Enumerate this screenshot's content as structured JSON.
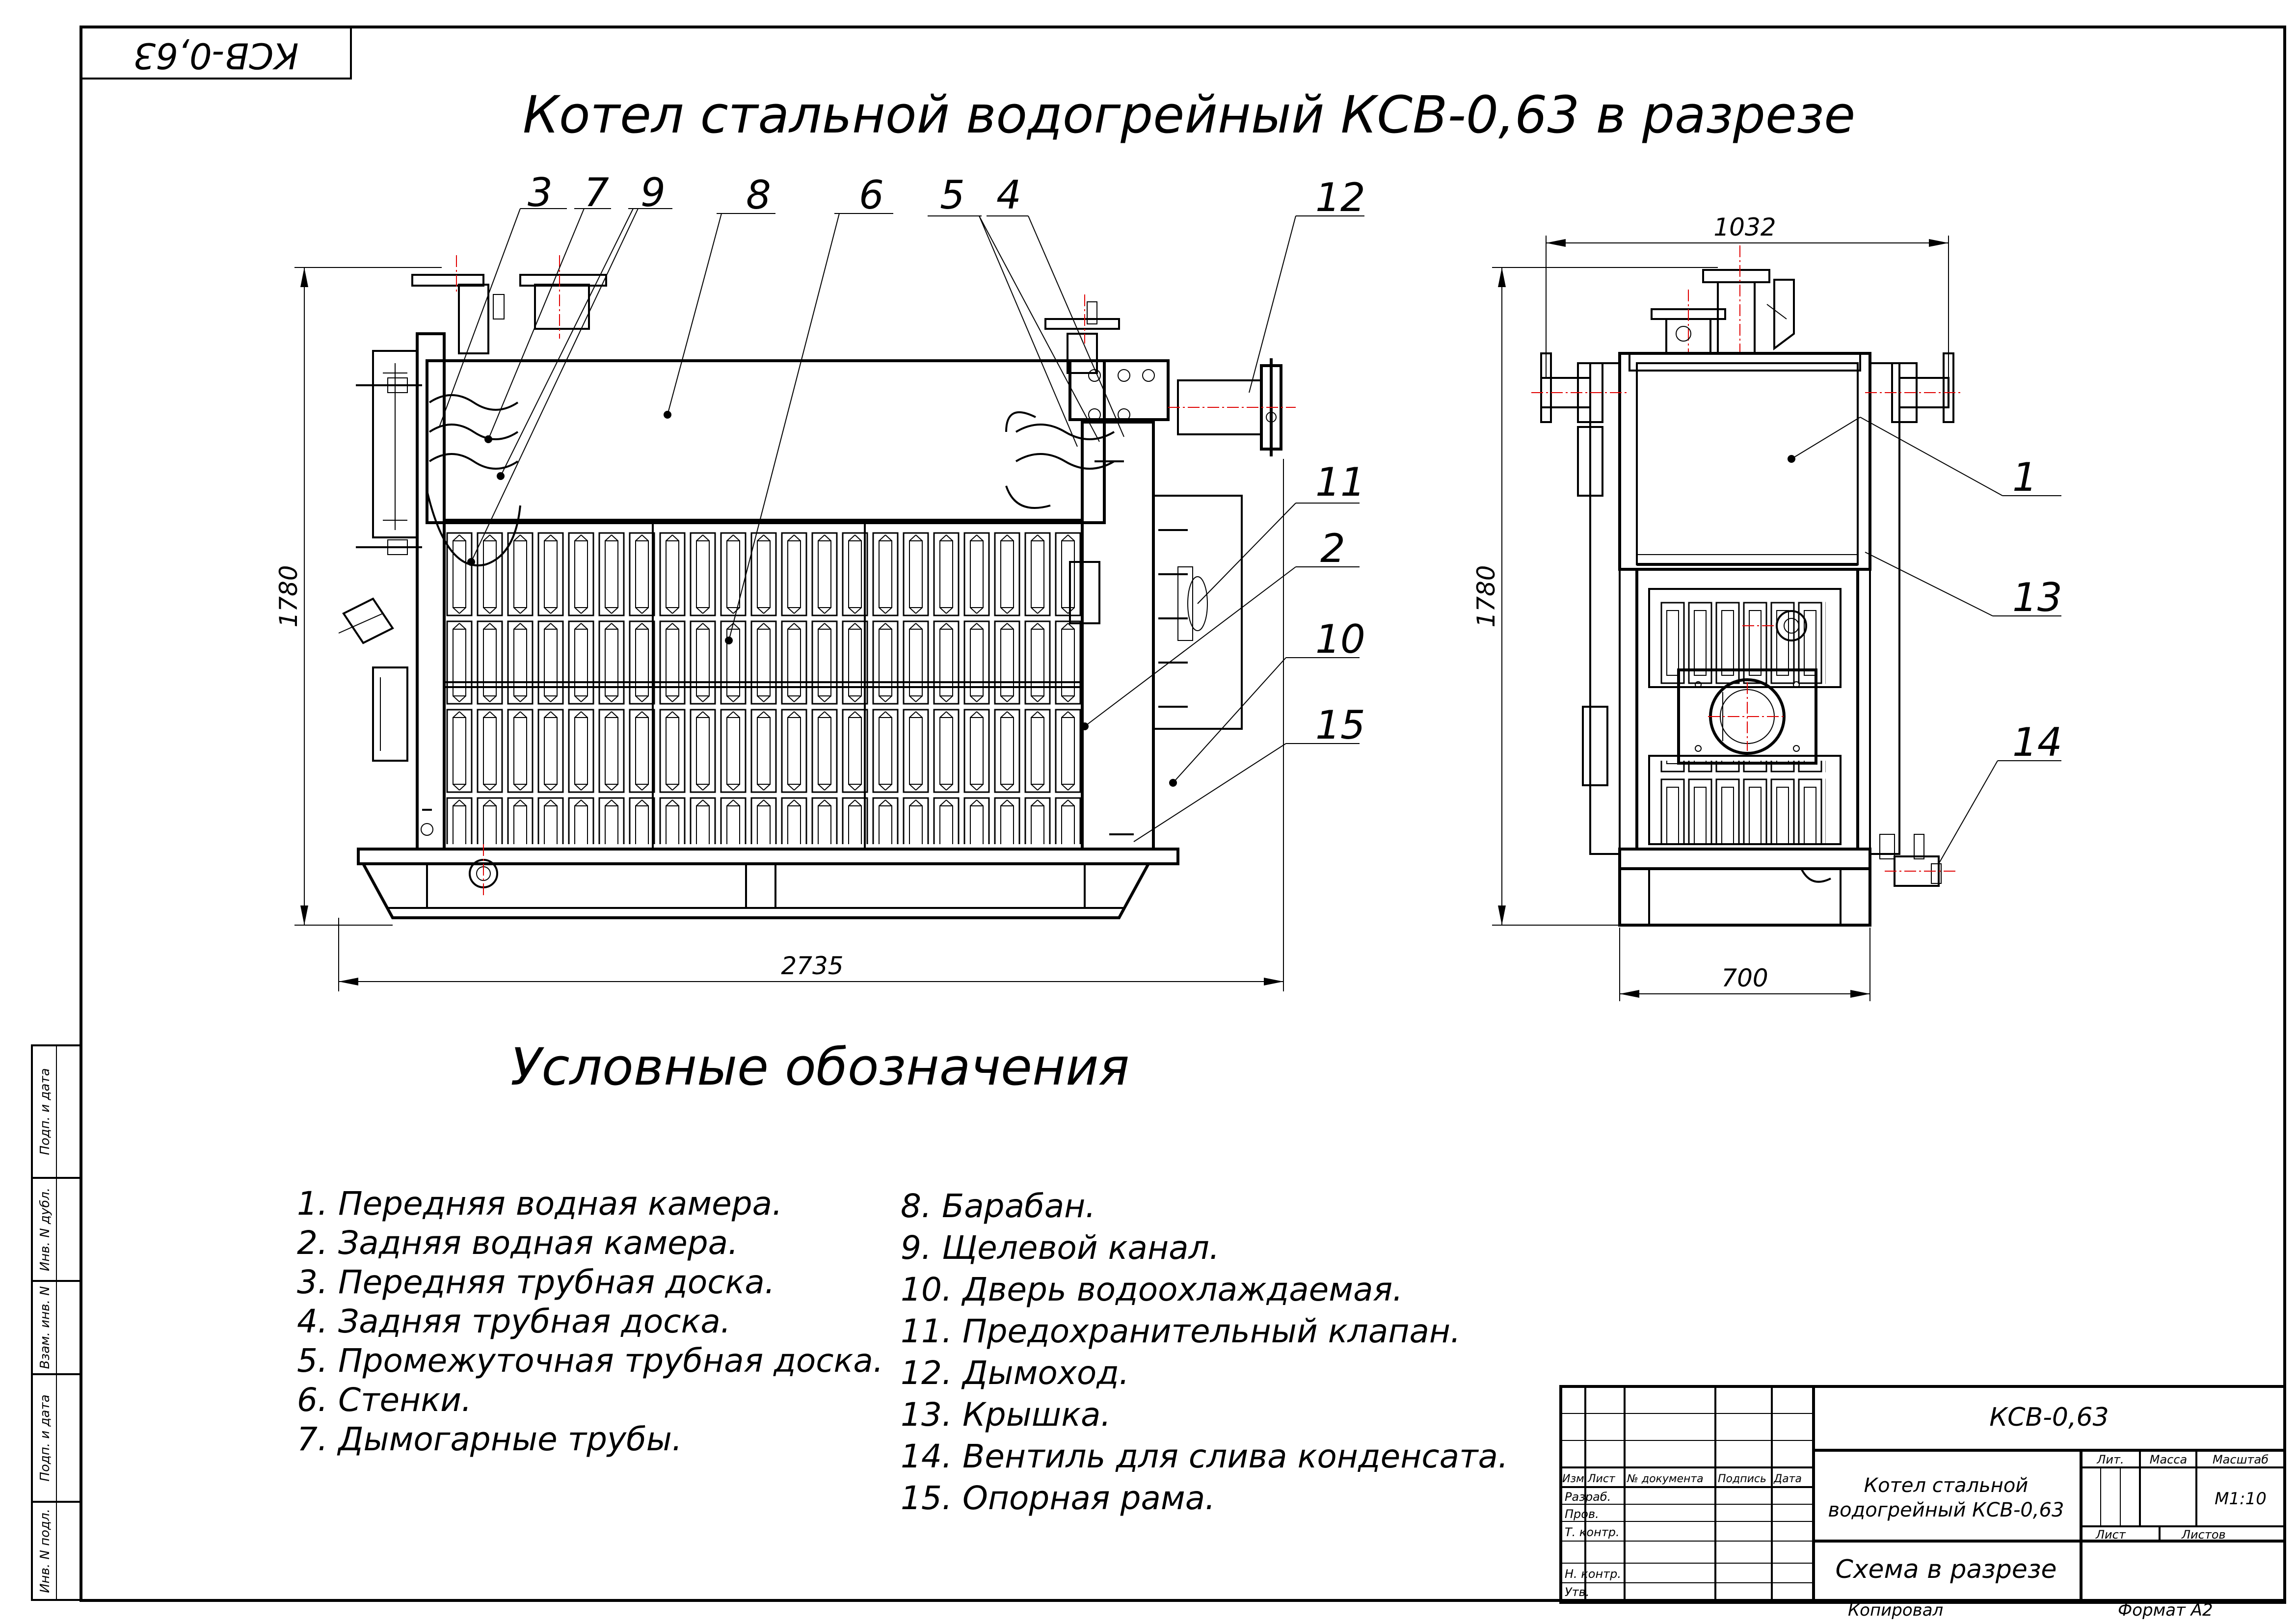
{
  "drawing_code": "КСВ-0,63",
  "stamp_code_rotated": "КСВ-0,63",
  "main_title": "Котел стальной водогрейный КСВ-0,63 в разрезе",
  "legend_title": "Условные обозначения",
  "legend_items": [
    "1. Передняя водная камера.",
    "2. Задняя водная камера.",
    "3. Передняя трубная доска.",
    "4. Задняя трубная доска.",
    "5. Промежуточная трубная доска.",
    "6. Стенки.",
    "7. Дымогарные трубы.",
    "8. Барабан.",
    "9. Щелевой канал.",
    "10. Дверь водоохлаждаемая.",
    "11. Предохранительный клапан.",
    "12. Дымоход.",
    "13. Крышка.",
    "14. Вентиль для слива конденсата.",
    "15. Опорная рама."
  ],
  "side_view": {
    "callouts": [
      "3",
      "7",
      "9",
      "8",
      "6",
      "5",
      "4",
      "12",
      "11",
      "2",
      "10",
      "15"
    ],
    "dim_height": "1780",
    "dim_length": "2735"
  },
  "front_view": {
    "callouts": [
      "1",
      "13",
      "14"
    ],
    "dim_width_top": "1032",
    "dim_height": "1780",
    "dim_width_bottom": "700"
  },
  "side_stamp": [
    "Подп. и дата",
    "Инв. N дубл.",
    "Взам. инв. N",
    "Подп. и дата",
    "Инв. N подл."
  ],
  "title_block": {
    "code": "КСВ-0,63",
    "name_line1": "Котел стальной",
    "name_line2": "водогрейный КСВ-0,63",
    "sheet_title": "Схема в разрезе",
    "col_headers": [
      "Изм.",
      "Лист",
      "№ документа",
      "Подпись",
      "Дата"
    ],
    "row_labels": [
      "Разраб.",
      "Пров.",
      "Т. контр.",
      "",
      "Н. контр.",
      "Утв."
    ],
    "lit_label": "Лит.",
    "mass_label": "Масса",
    "scale_label": "Масштаб",
    "scale_value": "М1:10",
    "sheet_label": "Лист",
    "sheets_label": "Листов",
    "copied": "Копировал",
    "format": "Формат А2"
  },
  "colors": {
    "ink": "#000000",
    "centerline": "#e00000",
    "background": "#ffffff"
  }
}
